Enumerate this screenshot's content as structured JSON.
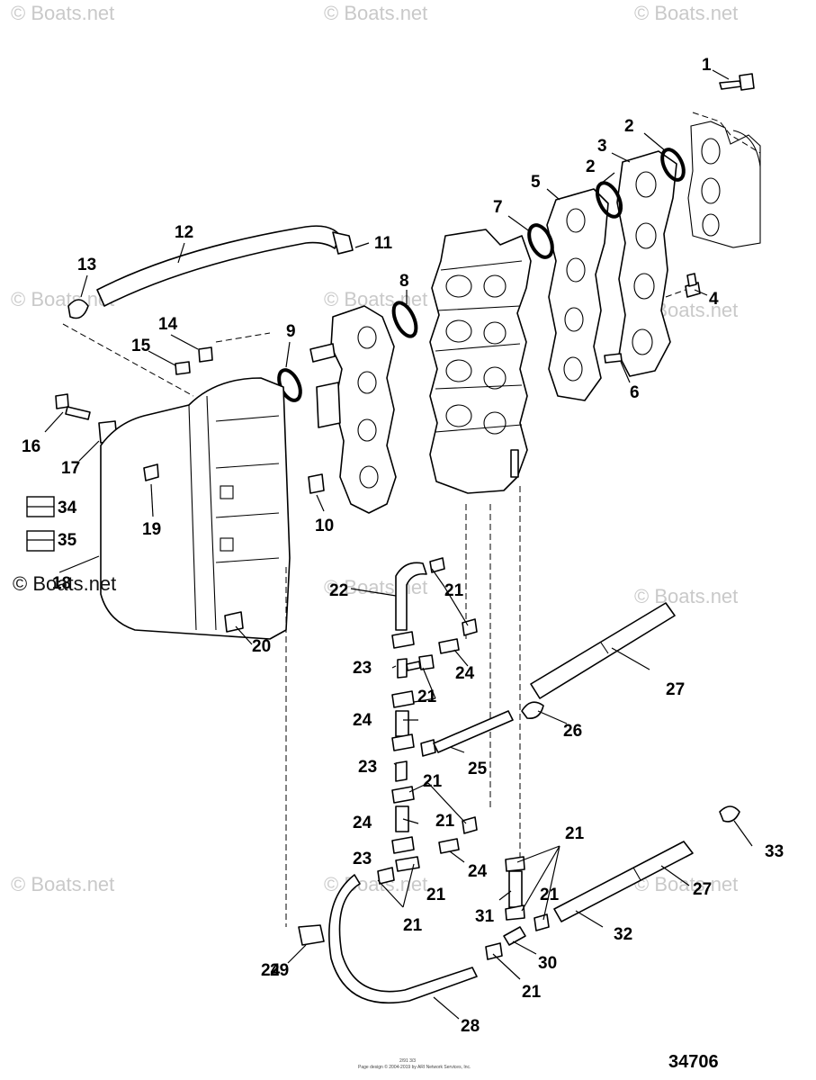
{
  "watermark": "© Boats.net",
  "copyright_overlay": "© Boats.net",
  "figure_number": "34706",
  "footer_small_line1": "2/91 3/3",
  "footer_small_line2": "Page design © 2004-2019 by ARI Network Services, Inc.",
  "callouts": [
    "1",
    "2",
    "2",
    "3",
    "4",
    "5",
    "6",
    "7",
    "8",
    "9",
    "10",
    "11",
    "12",
    "13",
    "14",
    "15",
    "16",
    "17",
    "18",
    "19",
    "20",
    "21",
    "21",
    "21",
    "21",
    "21",
    "21",
    "21",
    "21",
    "21",
    "22",
    "23",
    "23",
    "23",
    "24",
    "24",
    "24",
    "24",
    "24",
    "25",
    "26",
    "27",
    "27",
    "28",
    "29",
    "30",
    "31",
    "32",
    "33",
    "34",
    "35"
  ]
}
